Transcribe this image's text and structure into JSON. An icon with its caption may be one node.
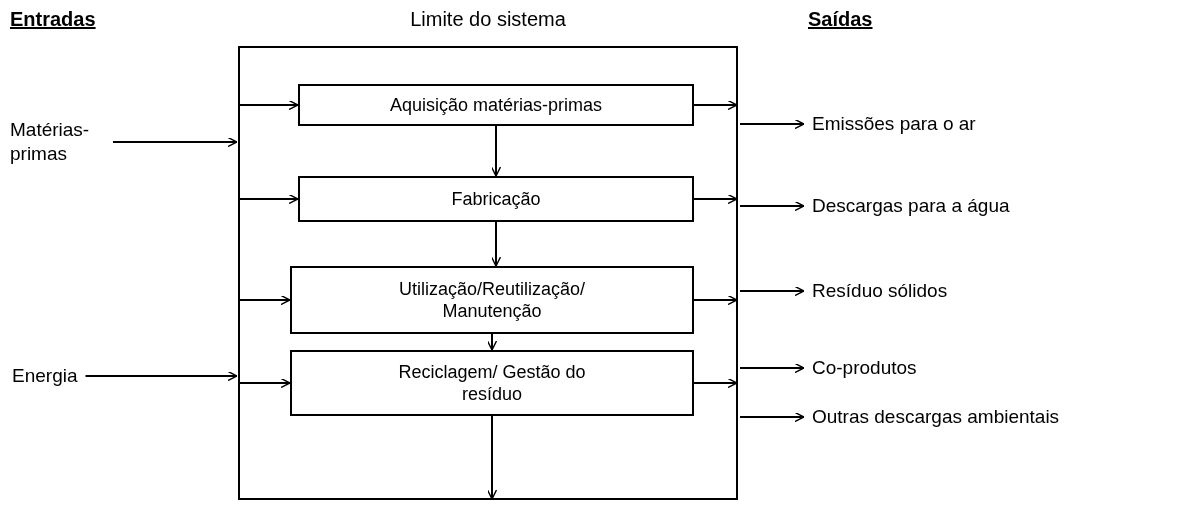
{
  "diagram": {
    "nodes": [
      {
        "text": [
          "Limite do sistema"
        ]
      },
      {
        "text": [
          "Aquisição matérias-primas"
        ],
        "in": 0
      },
      {
        "text": [
          "Fabricação"
        ],
        "in": 0
      },
      {
        "text": [
          "Utilização/Reutilização/ Manutenção"
        ],
        "in": 0
      },
      {
        "text": [
          "Reciclagem/ Gestão do resíduo"
        ],
        "in": 0
      },
      {
        "text": [
          "Matérias- primas"
        ]
      },
      {
        "text": [
          "Energia"
        ]
      },
      {
        "text": [
          "Emissões para o ar"
        ]
      },
      {
        "text": [
          "Descargas para a água"
        ]
      },
      {
        "text": [
          "Resíduo sólidos"
        ]
      },
      {
        "text": [
          "Co-produtos"
        ]
      },
      {
        "text": [
          "Outras descargas ambientais"
        ]
      }
    ],
    "edges": [
      {
        "from": 0,
        "to": 1,
        "arrow": "to"
      },
      {
        "from": 1,
        "to": 0,
        "arrow": "to"
      },
      {
        "from": 1,
        "to": 2,
        "arrow": "to"
      },
      {
        "from": 0,
        "to": 2,
        "arrow": "to"
      },
      {
        "from": 2,
        "to": 0,
        "arrow": "to"
      },
      {
        "from": 2,
        "to": 3,
        "arrow": "to"
      },
      {
        "from": 0,
        "to": 3,
        "arrow": "to"
      },
      {
        "from": 3,
        "to": 0,
        "arrow": "to"
      },
      {
        "from": 3,
        "to": 4,
        "arrow": "to"
      },
      {
        "from": 0,
        "to": 4,
        "arrow": "to"
      },
      {
        "from": 4,
        "to": 0,
        "arrow": "to"
      },
      {
        "from": 4,
        "to": 0,
        "arrow": "to"
      },
      {
        "from": 5,
        "to": 0,
        "arrow": "to"
      },
      {
        "from": 6,
        "to": 0,
        "arrow": "to"
      },
      {
        "from": 0,
        "to": 7,
        "arrow": "to"
      },
      {
        "from": 0,
        "to": 8,
        "arrow": "to"
      },
      {
        "from": 0,
        "to": 9,
        "arrow": "to"
      },
      {
        "from": 0,
        "to": 10,
        "arrow": "to"
      },
      {
        "from": 0,
        "to": 11,
        "arrow": "to"
      }
    ],
    "labels": [
      "Entradas",
      "Saídas"
    ]
  }
}
